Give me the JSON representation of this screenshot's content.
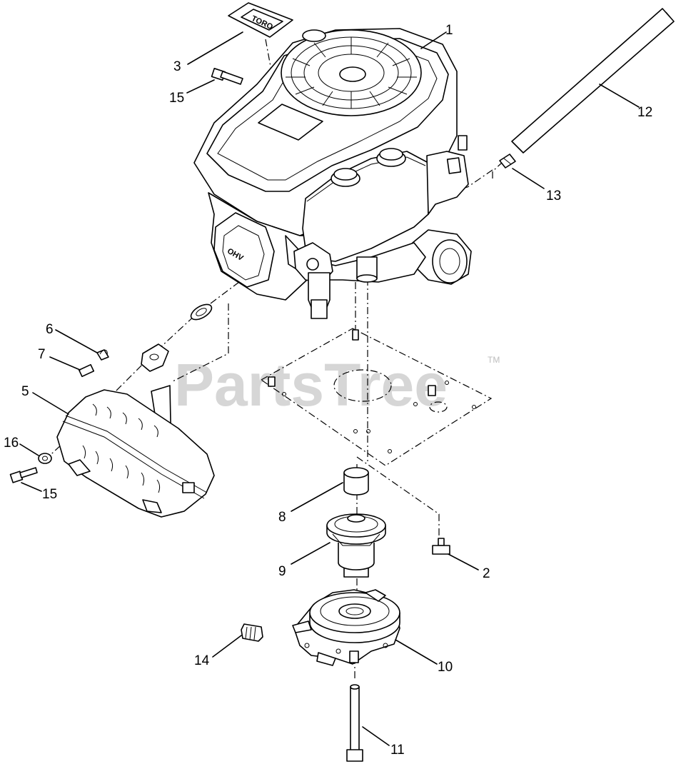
{
  "watermark": {
    "text": "PartsTree",
    "trademark": "TM"
  },
  "decal_logo_text": "TORO",
  "engine_brand_text": "OHV",
  "callouts": [
    {
      "id": "1",
      "label": "1"
    },
    {
      "id": "2",
      "label": "2"
    },
    {
      "id": "3",
      "label": "3"
    },
    {
      "id": "5",
      "label": "5"
    },
    {
      "id": "6",
      "label": "6"
    },
    {
      "id": "7",
      "label": "7"
    },
    {
      "id": "8",
      "label": "8"
    },
    {
      "id": "9",
      "label": "9"
    },
    {
      "id": "10",
      "label": "10"
    },
    {
      "id": "11",
      "label": "11"
    },
    {
      "id": "12",
      "label": "12"
    },
    {
      "id": "13",
      "label": "13"
    },
    {
      "id": "14",
      "label": "14"
    },
    {
      "id": "15a",
      "label": "15"
    },
    {
      "id": "15b",
      "label": "15"
    },
    {
      "id": "16",
      "label": "16"
    }
  ]
}
